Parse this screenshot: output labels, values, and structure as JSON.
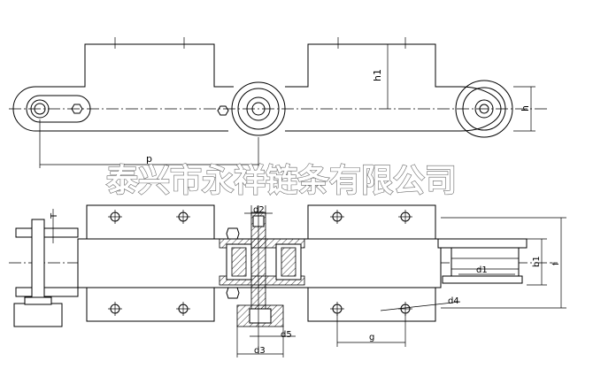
{
  "watermark": {
    "text": "泰兴市永祥链条有限公司",
    "color": "#6a6a6a"
  },
  "labels": {
    "h1": "h1",
    "h": "h",
    "p": "p",
    "T": "T",
    "d2": "d2",
    "d1": "d1",
    "b1": "b1",
    "f": "f",
    "d4": "d4",
    "d5": "d5",
    "d3": "d3",
    "g": "g"
  }
}
